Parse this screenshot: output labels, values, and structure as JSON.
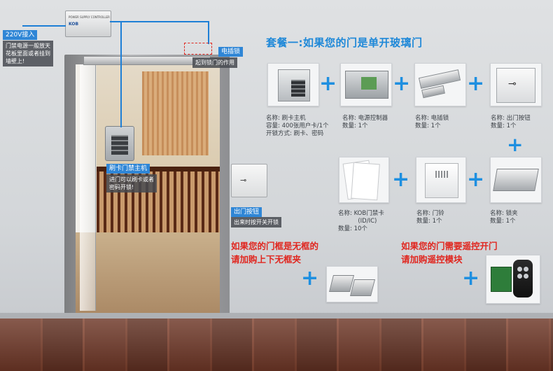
{
  "panel_title": "套餐一:如果您的门是单开玻璃门",
  "controller": {
    "face_text": "POWER SUPPLY CONTROLLER",
    "brand": "KOB"
  },
  "callouts": {
    "power_title": "220V接入",
    "power_desc_1": "门禁电源一般放天",
    "power_desc_2": "花板里面或者挂到",
    "power_desc_3": "墙壁上!",
    "lock_title": "电插锁",
    "lock_desc": "起到锁门的作用",
    "reader_title": "刷卡门禁主机",
    "reader_desc_1": "进门可以刷卡或者",
    "reader_desc_2": "密码开锁!",
    "exit_title": "出门按钮",
    "exit_desc": "出来时按开关开锁"
  },
  "products": [
    {
      "name": "名称: 刷卡主机",
      "line2": "容量: 400张用户卡/1个",
      "line3": "开锁方式: 刷卡、密码"
    },
    {
      "name": "名称: 电源控制器",
      "line2": "数量: 1个"
    },
    {
      "name": "名称: 电插锁",
      "line2": "数量: 1个"
    },
    {
      "name": "名称: 出门按钮",
      "line2": "数量: 1个"
    },
    {
      "name": "名称: KOB门禁卡",
      "line2": "(ID/IC)",
      "line3": "数量: 10个"
    },
    {
      "name": "名称: 门铃",
      "line2": "数量: 1个"
    },
    {
      "name": "名称: 锁夹",
      "line2": "数量: 1个"
    }
  ],
  "addons": {
    "frameless_line1": "如果您的门框是无框的",
    "frameless_line2": "请加购上下无框夹",
    "remote_line1": "如果您的门需要遥控开门",
    "remote_line2": "请加购遥控模块"
  },
  "plus_sign": "+",
  "colors": {
    "accent_blue": "#1e8fe0",
    "accent_red": "#e0261f",
    "title_blue": "#1e88d8"
  }
}
